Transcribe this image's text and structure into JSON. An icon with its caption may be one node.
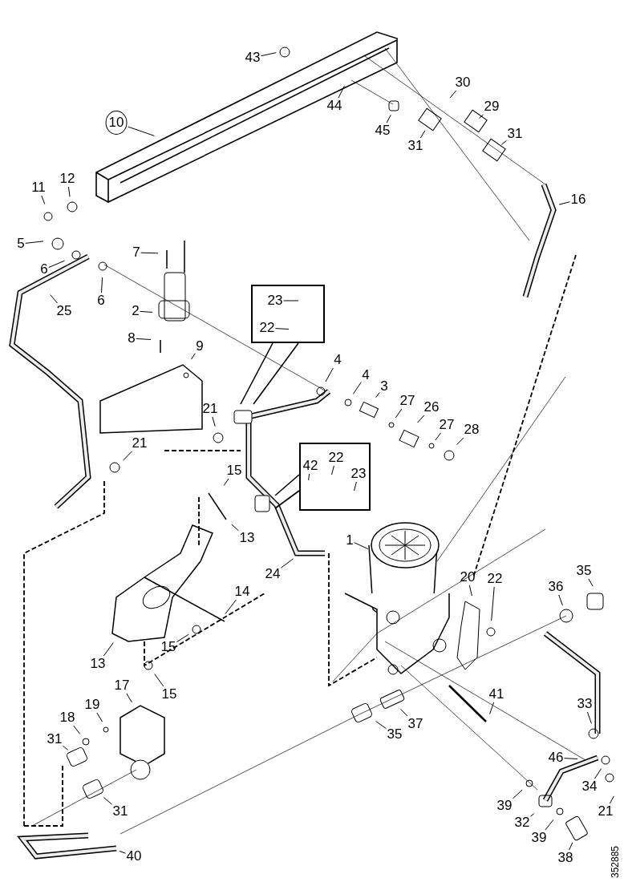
{
  "diagram": {
    "nodes": [
      {
        "text": [
          "43"
        ]
      },
      {
        "text": [
          "10"
        ]
      },
      {
        "text": [
          "44"
        ]
      },
      {
        "text": [
          "45"
        ]
      },
      {
        "text": [
          "30"
        ]
      },
      {
        "text": [
          "29"
        ]
      },
      {
        "text": [
          "31"
        ]
      },
      {
        "text": [
          "31"
        ]
      },
      {
        "text": [
          "12"
        ]
      },
      {
        "text": [
          "11"
        ]
      },
      {
        "text": [
          "16"
        ]
      },
      {
        "text": [
          "5"
        ]
      },
      {
        "text": [
          "6"
        ]
      },
      {
        "text": [
          "7"
        ]
      },
      {
        "text": [
          "6"
        ]
      },
      {
        "text": [
          "25"
        ]
      },
      {
        "text": [
          "2"
        ]
      },
      {
        "text": [],
        "shape": "box"
      },
      {
        "text": [
          "23"
        ],
        "in": 17
      },
      {
        "text": [
          "22"
        ],
        "in": 17
      },
      {
        "text": [
          "8"
        ]
      },
      {
        "text": [
          "9"
        ]
      },
      {
        "text": [
          "4"
        ]
      },
      {
        "text": [
          "4"
        ]
      },
      {
        "text": [
          "3"
        ]
      },
      {
        "text": [
          "27"
        ]
      },
      {
        "text": [
          "26"
        ]
      },
      {
        "text": [
          "27"
        ]
      },
      {
        "text": [
          "28"
        ]
      },
      {
        "text": [
          "21"
        ]
      },
      {
        "text": [
          "21"
        ]
      },
      {
        "text": [
          "15"
        ]
      },
      {
        "text": [],
        "shape": "box"
      },
      {
        "text": [
          "42"
        ],
        "in": 32
      },
      {
        "text": [
          "22"
        ],
        "in": 32
      },
      {
        "text": [
          "23"
        ],
        "in": 32
      },
      {
        "text": [
          "13"
        ]
      },
      {
        "text": [
          "1"
        ]
      },
      {
        "text": [
          "24"
        ]
      },
      {
        "text": [
          "20"
        ]
      },
      {
        "text": [
          "22"
        ]
      },
      {
        "text": [
          "36"
        ]
      },
      {
        "text": [
          "35"
        ]
      },
      {
        "text": [
          "14"
        ]
      },
      {
        "text": [
          "15"
        ]
      },
      {
        "text": [
          "13"
        ]
      },
      {
        "text": [
          "15"
        ]
      },
      {
        "text": [
          "17"
        ]
      },
      {
        "text": [
          "19"
        ]
      },
      {
        "text": [
          "18"
        ]
      },
      {
        "text": [
          "41"
        ]
      },
      {
        "text": [
          "35"
        ]
      },
      {
        "text": [
          "37"
        ]
      },
      {
        "text": [
          "33"
        ]
      },
      {
        "text": [
          "31"
        ]
      },
      {
        "text": [
          "46"
        ]
      },
      {
        "text": [
          "34"
        ]
      },
      {
        "text": [
          "39"
        ]
      },
      {
        "text": [
          "21"
        ]
      },
      {
        "text": [
          "32"
        ]
      },
      {
        "text": [
          "39"
        ]
      },
      {
        "text": [
          "38"
        ]
      },
      {
        "text": [
          "31"
        ]
      },
      {
        "text": [
          "40"
        ]
      }
    ],
    "edges": [
      {
        "from": 0,
        "to": null,
        "arrow": "none"
      },
      {
        "from": 1,
        "to": null,
        "arrow": "none"
      },
      {
        "from": 2,
        "to": null,
        "arrow": "none"
      },
      {
        "from": 3,
        "to": null,
        "arrow": "none"
      },
      {
        "from": 4,
        "to": null,
        "arrow": "none"
      },
      {
        "from": 5,
        "to": null,
        "arrow": "none"
      },
      {
        "from": 6,
        "to": null,
        "arrow": "none"
      },
      {
        "from": 7,
        "to": null,
        "arrow": "none"
      },
      {
        "from": 8,
        "to": null,
        "arrow": "none"
      },
      {
        "from": 9,
        "to": null,
        "arrow": "none"
      },
      {
        "from": 10,
        "to": null,
        "arrow": "none"
      },
      {
        "from": 11,
        "to": null,
        "arrow": "none"
      },
      {
        "from": 12,
        "to": null,
        "arrow": "none"
      },
      {
        "from": 13,
        "to": null,
        "arrow": "none"
      },
      {
        "from": 14,
        "to": null,
        "arrow": "none"
      },
      {
        "from": 15,
        "to": null,
        "arrow": "none"
      },
      {
        "from": 16,
        "to": null,
        "arrow": "none"
      },
      {
        "from": 17,
        "to": null,
        "arrow": "none"
      },
      {
        "from": 18,
        "to": null,
        "arrow": "none"
      },
      {
        "from": 19,
        "to": null,
        "arrow": "none"
      },
      {
        "from": 20,
        "to": null,
        "arrow": "none"
      },
      {
        "from": 21,
        "to": null,
        "arrow": "none"
      },
      {
        "from": 22,
        "to": null,
        "arrow": "none"
      },
      {
        "from": 23,
        "to": null,
        "arrow": "none"
      },
      {
        "from": 24,
        "to": null,
        "arrow": "none"
      },
      {
        "from": 25,
        "to": null,
        "arrow": "none"
      },
      {
        "from": 26,
        "to": null,
        "arrow": "none"
      },
      {
        "from": 27,
        "to": null,
        "arrow": "none"
      },
      {
        "from": 28,
        "to": null,
        "arrow": "none"
      },
      {
        "from": 29,
        "to": null,
        "arrow": "none"
      },
      {
        "from": 30,
        "to": null,
        "arrow": "none"
      },
      {
        "from": 31,
        "to": null,
        "arrow": "none"
      },
      {
        "from": 32,
        "to": null,
        "arrow": "none"
      },
      {
        "from": 33,
        "to": null,
        "arrow": "none"
      },
      {
        "from": 34,
        "to": null,
        "arrow": "none"
      },
      {
        "from": 35,
        "to": null,
        "arrow": "none"
      },
      {
        "from": 36,
        "to": null,
        "arrow": "none"
      },
      {
        "from": 37,
        "to": null,
        "arrow": "none"
      },
      {
        "from": 38,
        "to": null,
        "arrow": "none"
      },
      {
        "from": 39,
        "to": null,
        "arrow": "none"
      },
      {
        "from": 40,
        "to": null,
        "arrow": "none"
      },
      {
        "from": 41,
        "to": null,
        "arrow": "none"
      },
      {
        "from": 42,
        "to": null,
        "arrow": "none"
      },
      {
        "from": 43,
        "to": null,
        "arrow": "none"
      },
      {
        "from": 44,
        "to": null,
        "arrow": "none"
      },
      {
        "from": 45,
        "to": null,
        "arrow": "none"
      },
      {
        "from": 46,
        "to": null,
        "arrow": "none"
      },
      {
        "from": 47,
        "to": null,
        "arrow": "none"
      },
      {
        "from": 48,
        "to": null,
        "arrow": "none"
      },
      {
        "from": 49,
        "to": null,
        "arrow": "none"
      },
      {
        "from": 50,
        "to": null,
        "arrow": "none"
      },
      {
        "from": 51,
        "to": null,
        "arrow": "none"
      },
      {
        "from": 52,
        "to": null,
        "arrow": "none"
      },
      {
        "from": 53,
        "to": null,
        "arrow": "none"
      },
      {
        "from": 54,
        "to": null,
        "arrow": "none"
      },
      {
        "from": 55,
        "to": null,
        "arrow": "none"
      },
      {
        "from": 56,
        "to": null,
        "arrow": "none"
      },
      {
        "from": 57,
        "to": null,
        "arrow": "none"
      },
      {
        "from": 58,
        "to": null,
        "arrow": "none"
      },
      {
        "from": 59,
        "to": null,
        "arrow": "none"
      },
      {
        "from": 60,
        "to": null,
        "arrow": "none"
      },
      {
        "from": 61,
        "to": null,
        "arrow": "none"
      },
      {
        "from": 62,
        "to": null,
        "arrow": "none"
      },
      {
        "from": 63,
        "to": null,
        "arrow": "none"
      }
    ],
    "labels": [
      "352885"
    ]
  }
}
